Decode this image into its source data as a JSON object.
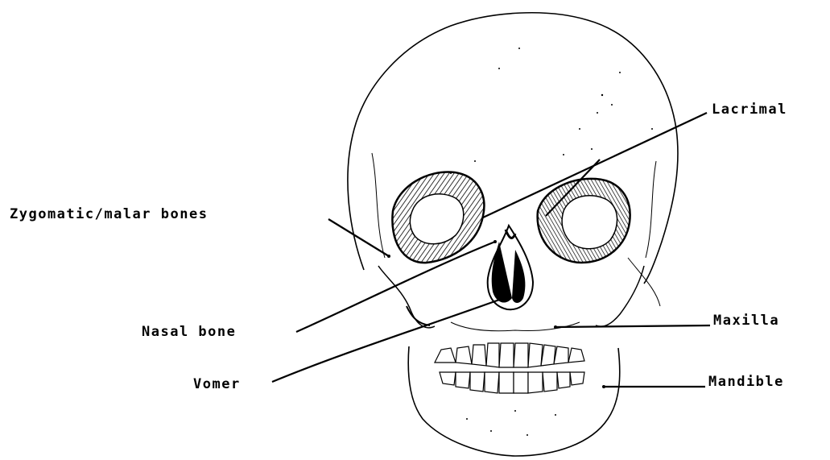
{
  "figure": {
    "subject": "skull-anterior-view",
    "ink_color": "#000000",
    "background_color": "#ffffff"
  },
  "labels": {
    "lacrimal": "Lacrimal",
    "zygomatic": "Zygomatic/malar bones",
    "nasal_bone": "Nasal bone",
    "vomer": "Vomer",
    "maxilla": "Maxilla",
    "mandible": "Mandible"
  }
}
